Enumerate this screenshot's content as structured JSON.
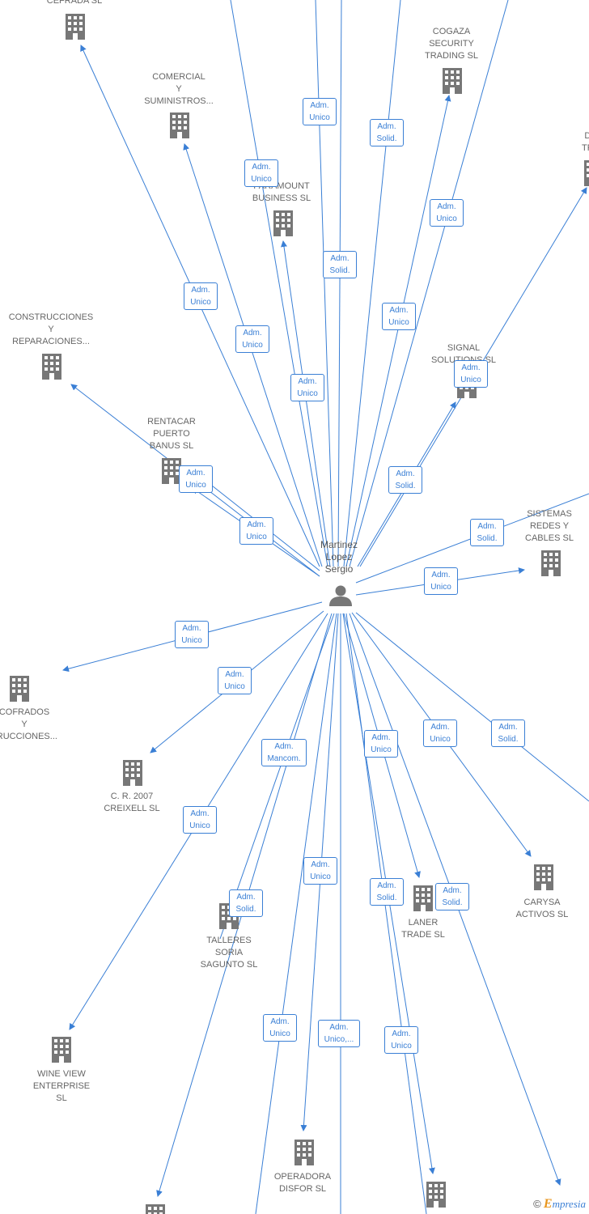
{
  "person": {
    "name": "Martinez\nLopez\nSergio",
    "icon": "person-icon"
  },
  "companies": {
    "cefrada": "CEFRADA SL",
    "cogaza": "COGAZA\nSECURITY\nTRADING SL",
    "comercial": "COMERCIAL\nY\nSUMINISTROS...",
    "paramount": "PARAMOUNT\nBUSINESS SL",
    "da": "DA\nTRA",
    "construcciones": "CONSTRUCCIONES\nY\nREPARACIONES...",
    "signal": "SIGNAL\nSOLUTIONS SL",
    "rentacar": "RENTACAR\nPUERTO\nBANUS SL",
    "sistemas": "SISTEMAS\nREDES Y\nCABLES SL",
    "cofrados": "COFRADOS\nY\nTRUCCIONES...",
    "creixell": "C. R. 2007\nCREIXELL SL",
    "carysa": "CARYSA\nACTIVOS SL",
    "laner": "LANER\nTRADE SL",
    "talleres": "TALLERES\nSORIA\nSAGUNTO SL",
    "wineview": "WINE VIEW\nENTERPRISE\nSL",
    "operadora": "OPERADORA\nDISFOR SL"
  },
  "edge_labels": {
    "e1": "Adm.\nUnico",
    "e2": "Adm.\nSolid.",
    "e3": "Adm.\nUnico",
    "e4": "Adm.\nUnico",
    "e5": "Adm.\nSolid.",
    "e6": "Adm.\nUnico",
    "e7": "Adm.\nUnico",
    "e8": "Adm.\nUnico",
    "e9": "Adm.\nUnico",
    "e10": "Adm.\nUnico",
    "e11": "Adm.\nUnico",
    "e12": "Adm.\nSolid.",
    "e13": "Adm.\nUnico",
    "e14": "Adm.\nSolid.",
    "e15": "Adm.\nUnico",
    "e16": "Adm.\nUnico",
    "e17": "Adm.\nUnico",
    "e18": "Adm.\nUnico",
    "e19": "Adm.\nSolid.",
    "e20": "Adm.\nMancom.",
    "e21": "Adm.\nUnico",
    "e22": "Adm.\nUnico",
    "e23": "Adm.\nUnico",
    "e24": "Adm.\nSolid.",
    "e25": "Adm.\nSolid.",
    "e26": "Adm.\nSolid.",
    "e27": "Adm.\nUnico",
    "e28": "Adm.\nUnico,...",
    "e29": "Adm.\nUnico"
  },
  "colors": {
    "edge": "#3a7fd5",
    "node_icon": "#777777",
    "brand_e": "#e8961e"
  },
  "footer": {
    "copyright": "©",
    "brand_first": "E",
    "brand_rest": "mpresia"
  }
}
